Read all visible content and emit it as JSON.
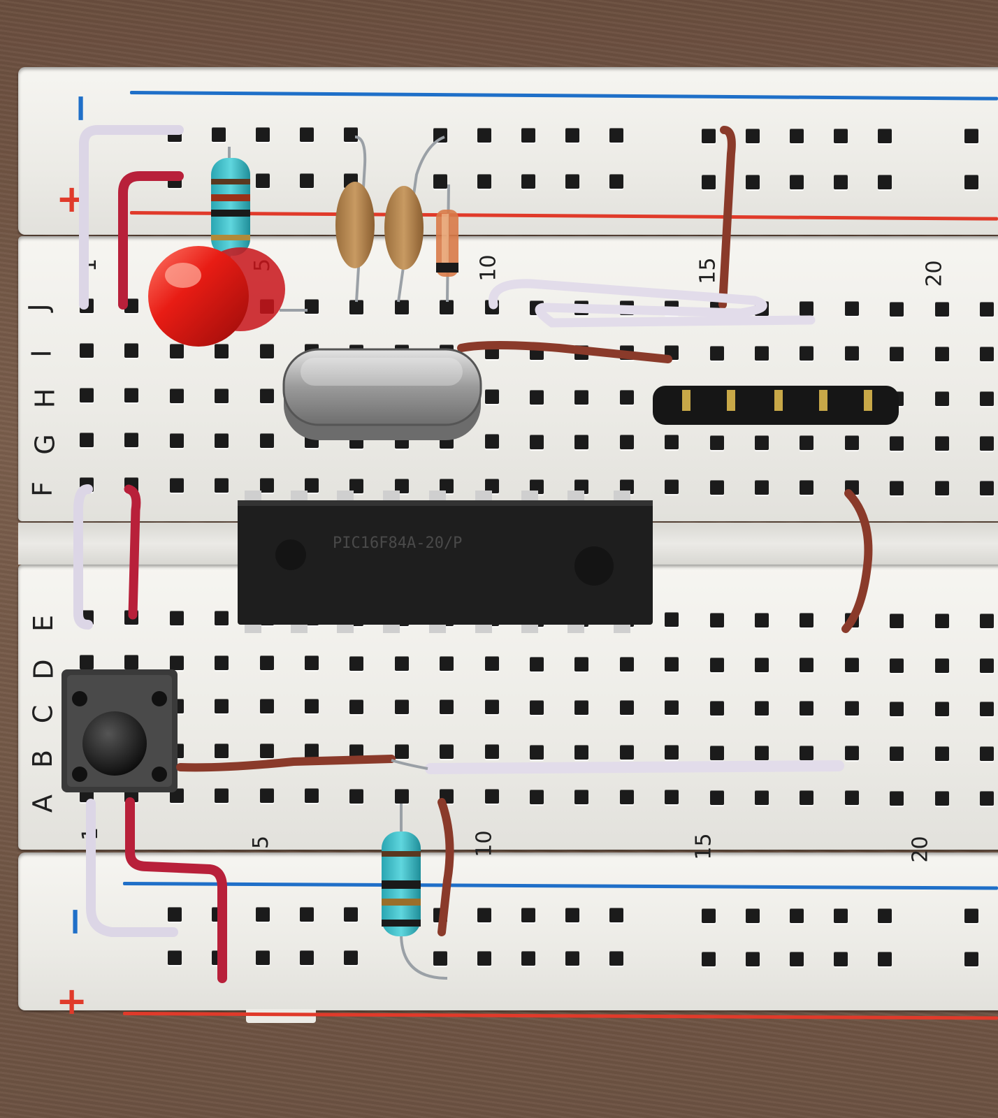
{
  "rails": {
    "minus_label": "−",
    "plus_label": "+"
  },
  "row_labels": {
    "top": [
      "J",
      "I",
      "H",
      "G",
      "F"
    ],
    "bottom": [
      "E",
      "D",
      "C",
      "B",
      "A"
    ]
  },
  "column_numbers": [
    "1",
    "5",
    "10",
    "15",
    "20"
  ],
  "chip": {
    "marking": "PIC16F84A-20/P"
  },
  "colors": {
    "board": "#efeee9",
    "hole": "#1b1b1b",
    "rail_blue": "#1f6fc8",
    "rail_red": "#e03a2a",
    "wire_white": "#dcd6e6",
    "wire_red": "#b8203a",
    "wire_brown": "#8a3a2a",
    "led": "#e01818",
    "chip": "#1e1e1e"
  },
  "components": [
    "breadboard",
    "red-led",
    "resistor-top",
    "resistor-bottom",
    "ceramic-capacitor-1",
    "ceramic-capacitor-2",
    "diode",
    "crystal-oscillator",
    "microcontroller-chip",
    "pin-header-5",
    "push-button"
  ]
}
